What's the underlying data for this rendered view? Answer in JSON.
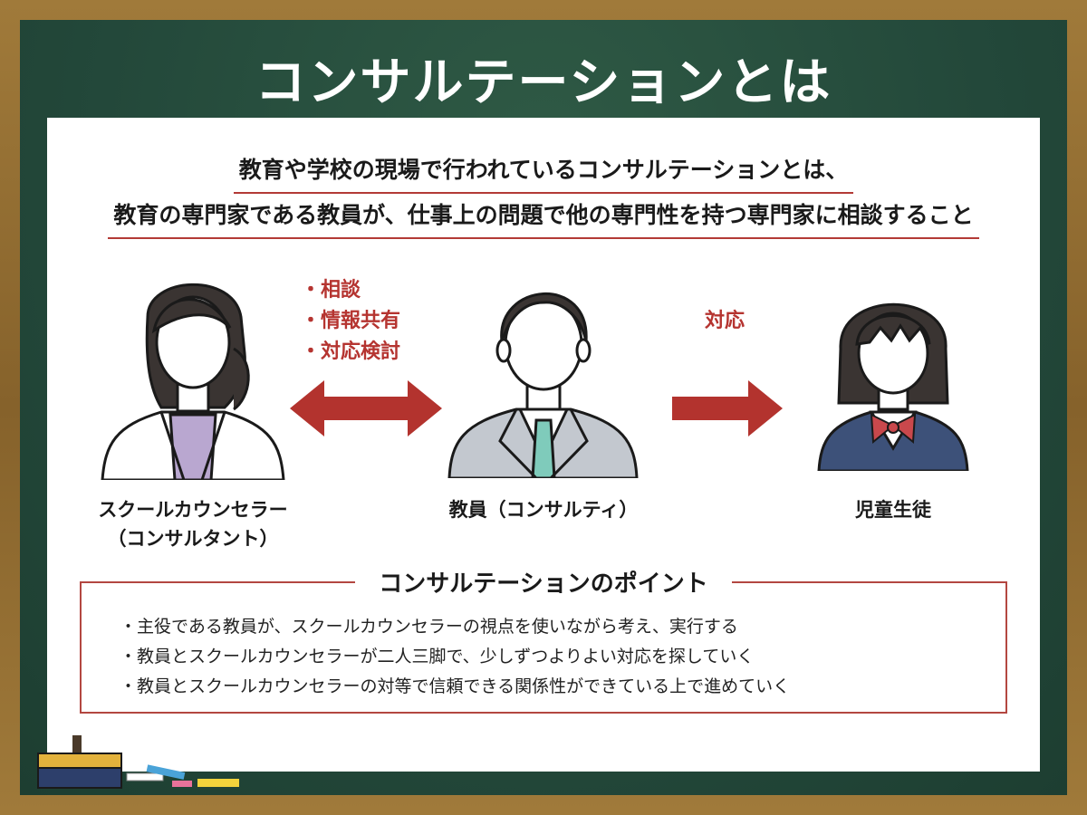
{
  "title": "コンサルテーションとは",
  "definition": {
    "line1": "教育や学校の現場で行われているコンサルテーションとは、",
    "line2": "教育の専門家である教員が、仕事上の問題で他の専門性を持つ専門家に相談すること"
  },
  "actors": {
    "counselor": {
      "line1": "スクールカウンセラー",
      "line2": "（コンサルタント）"
    },
    "teacher": {
      "label": "教員（コンサルティ）"
    },
    "student": {
      "label": "児童生徒"
    }
  },
  "relations": {
    "counselor_teacher": [
      "・相談",
      "・情報共有",
      "・対応検討"
    ],
    "teacher_student": "対応"
  },
  "points": {
    "title": "コンサルテーションのポイント",
    "items": [
      "主役である教員が、スクールカウンセラーの視点を使いながら考え、実行する",
      "教員とスクールカウンセラーが二人三脚で、少しずつよりよい対応を探していく",
      "教員とスクールカウンセラーの対等で信頼できる関係性ができている上で進めていく"
    ]
  },
  "colors": {
    "board": "#23483a",
    "frame": "#8a6630",
    "accent_red": "#b53430",
    "arrow_red": "#b3332e"
  }
}
